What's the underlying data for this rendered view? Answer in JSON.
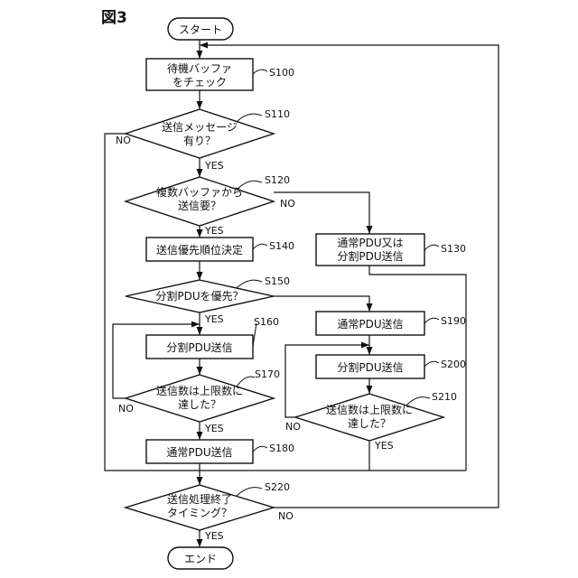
{
  "figure": {
    "label": "図3"
  },
  "flow": {
    "start": "スタート",
    "end": "エンド",
    "s100": {
      "line1": "待機バッファ",
      "line2": "をチェック",
      "step": "S100"
    },
    "s110": {
      "line1": "送信メッセージ",
      "line2": "有り？",
      "step": "S110",
      "yes": "YES",
      "no": "NO"
    },
    "s120": {
      "line1": "複数バッファから",
      "line2": "送信要？",
      "step": "S120",
      "yes": "YES",
      "no": "NO"
    },
    "s130": {
      "line1": "通常PDU又は",
      "line2": "分割PDU送信",
      "step": "S130"
    },
    "s140": {
      "label": "送信優先順位決定",
      "step": "S140"
    },
    "s150": {
      "label": "分割PDUを優先？",
      "step": "S150",
      "yes": "YES"
    },
    "s160": {
      "label": "分割PDU送信",
      "step": "S160"
    },
    "s170": {
      "line1": "送信数は上限数に",
      "line2": "達した？",
      "step": "S170",
      "yes": "YES",
      "no": "NO"
    },
    "s180": {
      "label": "通常PDU送信",
      "step": "S180"
    },
    "s190": {
      "label": "通常PDU送信",
      "step": "S190"
    },
    "s200": {
      "label": "分割PDU送信",
      "step": "S200"
    },
    "s210": {
      "line1": "送信数は上限数に",
      "line2": "達した？",
      "step": "S210",
      "yes": "YES",
      "no": "NO"
    },
    "s220": {
      "line1": "送信処理終了",
      "line2": "タイミング？",
      "step": "S220",
      "yes": "YES",
      "no": "NO"
    }
  }
}
